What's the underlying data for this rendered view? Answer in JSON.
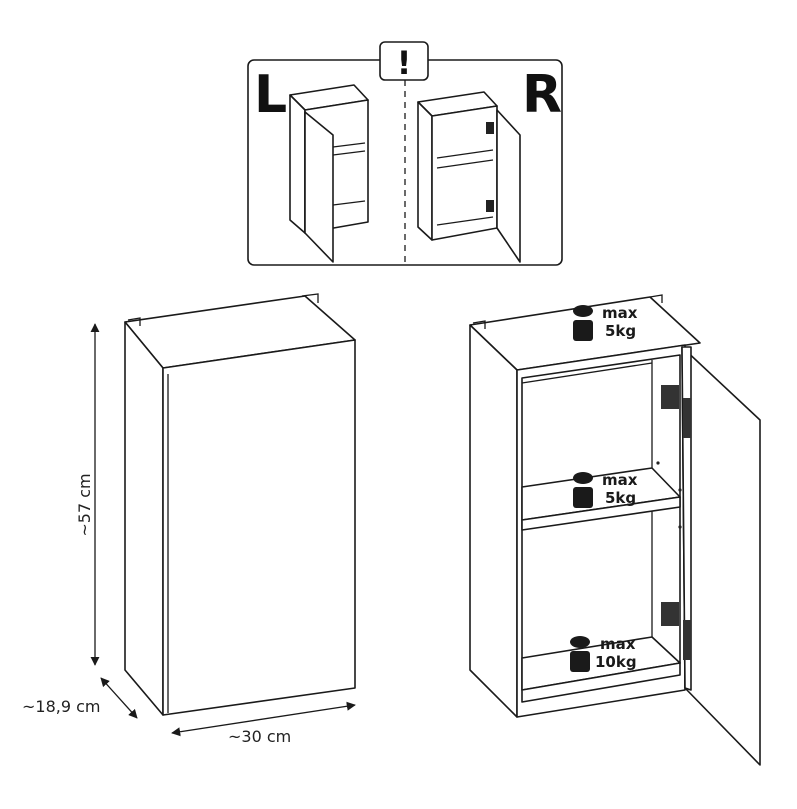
{
  "variant_panel": {
    "left_label": "L",
    "right_label": "R",
    "warning_symbol": "!"
  },
  "dimensions": {
    "height": "~57 cm",
    "depth": "~18,9 cm",
    "width": "~30 cm"
  },
  "load_limits": [
    {
      "line1": "max",
      "line2": "5kg"
    },
    {
      "line1": "max",
      "line2": "5kg"
    },
    {
      "line1": "max",
      "line2": "10kg"
    }
  ]
}
